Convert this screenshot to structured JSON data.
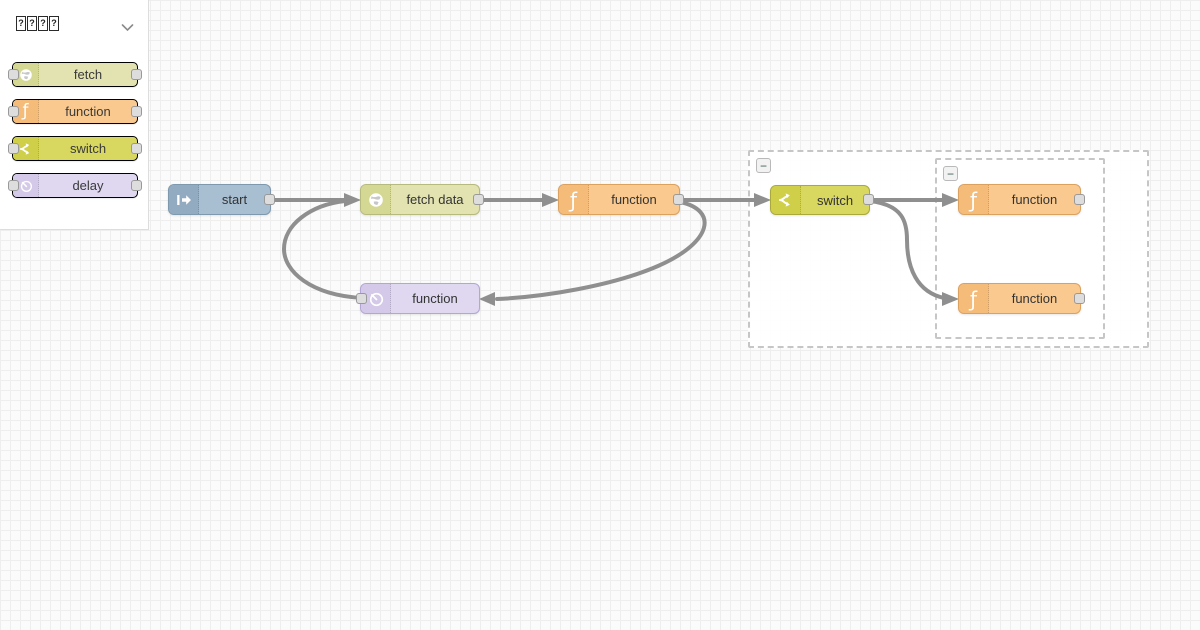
{
  "palette": {
    "category": {
      "label_chars": [
        "?",
        "?",
        "?",
        "?"
      ],
      "chevron_icon": "chevron-down"
    },
    "items": [
      {
        "label": "fetch",
        "type": "fetch"
      },
      {
        "label": "function",
        "type": "function"
      },
      {
        "label": "switch",
        "type": "switch"
      },
      {
        "label": "delay",
        "type": "delay"
      }
    ]
  },
  "icons": {
    "function_glyph": "ƒ"
  },
  "canvas": {
    "nodes": [
      {
        "id": "start",
        "label": "start",
        "type": "start"
      },
      {
        "id": "fetch-data",
        "label": "fetch data",
        "type": "fetch"
      },
      {
        "id": "function-main",
        "label": "function",
        "type": "function"
      },
      {
        "id": "function-loop-delay",
        "label": "function",
        "type": "delay"
      },
      {
        "id": "switch",
        "label": "switch",
        "type": "switch"
      },
      {
        "id": "function-branch-top",
        "label": "function",
        "type": "function"
      },
      {
        "id": "function-branch-bottom",
        "label": "function",
        "type": "function"
      }
    ],
    "wires": [
      {
        "from": "start",
        "to": "fetch-data"
      },
      {
        "from": "fetch-data",
        "to": "function-main"
      },
      {
        "from": "function-main",
        "to": "switch"
      },
      {
        "from": "function-main",
        "to": "function-loop-delay"
      },
      {
        "from": "function-loop-delay",
        "to": "fetch-data"
      },
      {
        "from": "switch",
        "to": "function-branch-top"
      },
      {
        "from": "switch",
        "to": "function-branch-bottom"
      }
    ],
    "groups": [
      {
        "id": "group-outer",
        "collapse_label": "−"
      },
      {
        "id": "group-inner",
        "collapse_label": "−"
      }
    ]
  },
  "colors": {
    "wire": "#8f8f8f",
    "grid_line": "#eeeeee",
    "canvas_bg": "#fbfbfb",
    "start": "#a8bed1",
    "fetch": "#e2e3b0",
    "function": "#f9c98f",
    "switch": "#d8d75f",
    "delay": "#dfd8f0"
  }
}
